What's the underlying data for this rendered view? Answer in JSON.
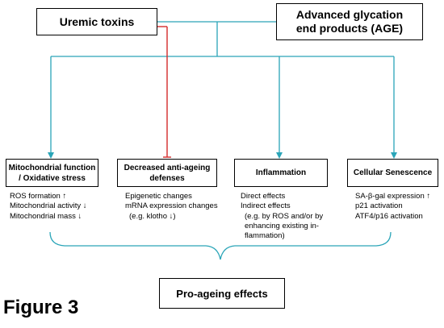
{
  "nodes": {
    "uremic_toxins": "Uremic toxins",
    "age_line1": "Advanced glycation",
    "age_line2": "end products (AGE)",
    "mito_line1": "Mitochondrial function",
    "mito_line2": "/ Oxidative stress",
    "antiageing_line1": "Decreased anti-ageing",
    "antiageing_line2": "defenses",
    "inflammation": "Inflammation",
    "senescence": "Cellular Senescence",
    "pro_ageing": "Pro-ageing effects"
  },
  "details": {
    "mito": [
      "ROS formation ↑",
      "Mitochondrial activity ↓",
      "Mitochondrial mass ↓"
    ],
    "antiageing": [
      "Epigenetic changes",
      "mRNA expression changes",
      "(e.g. klotho ↓)"
    ],
    "inflammation": [
      "Direct effects",
      "Indirect effects",
      "(e.g. by ROS and/or by",
      "enhancing existing in-",
      "flammation)"
    ],
    "senescence": [
      "SA-β-gal expression ↑",
      "p21 activation",
      "ATF4/p16 activation"
    ]
  },
  "figure_label": "Figure 3",
  "colors": {
    "connector": "#2aa5b8",
    "inhibition": "#d42b2b",
    "border": "#000000"
  }
}
